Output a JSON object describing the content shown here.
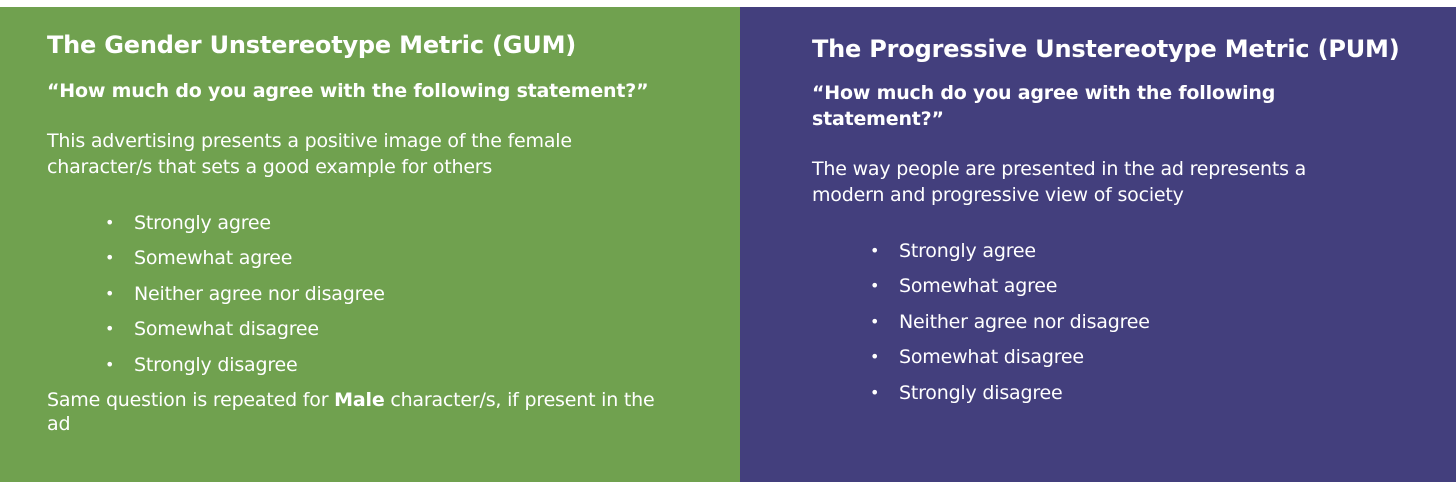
{
  "colors": {
    "gum_bg": "#70a14f",
    "pum_bg": "#433f7d",
    "text": "#ffffff"
  },
  "gum": {
    "title": "The Gender Unstereotype Metric (GUM)",
    "question": "“How much do you agree with the following statement?”",
    "statement": "This advertising presents a positive image of the female character/s that sets a good example for others",
    "options": [
      "Strongly agree",
      "Somewhat agree",
      "Neither agree nor disagree",
      "Somewhat disagree",
      "Strongly disagree"
    ],
    "note_before": "Same question is repeated for ",
    "note_bold": "Male",
    "note_after": " character/s, if present in the ad"
  },
  "pum": {
    "title": "The Progressive Unstereotype Metric (PUM)",
    "question": "“How much do you agree with the following statement?”",
    "statement": "The way people are presented in the ad represents a modern and progressive view of society",
    "options": [
      "Strongly agree",
      "Somewhat agree",
      "Neither agree nor disagree",
      "Somewhat disagree",
      "Strongly disagree"
    ]
  },
  "bullet_glyph": "•"
}
